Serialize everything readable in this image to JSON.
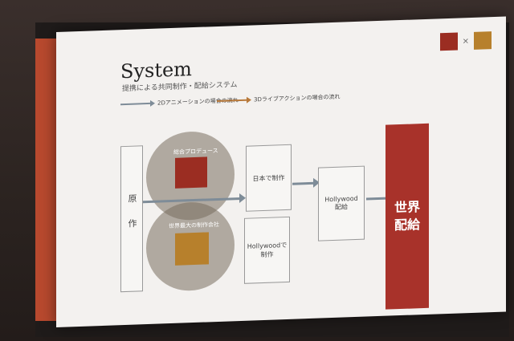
{
  "slide": {
    "title": "System",
    "subtitle": "提携による共同制作・配給システム",
    "legend": [
      {
        "label": "2Dアニメーションの場合の流れ",
        "color": "#7e8c98"
      },
      {
        "label": "3Dライブアクションの場合の流れ",
        "color": "#b8793a"
      }
    ],
    "source_box": "原作",
    "producer_label": "総合プロデュース",
    "studio_label": "世界最大の制作会社",
    "japan_box": "日本で制作",
    "hollywood_box": "Hollywoodで\n制作",
    "distribution_box": "Hollywood\n配給",
    "world_box": "世界\n配給",
    "cross": "×"
  },
  "colors": {
    "accent_red": "#a8322a",
    "arrow_gray": "#7e8c98",
    "arrow_brown": "#b8793a"
  }
}
